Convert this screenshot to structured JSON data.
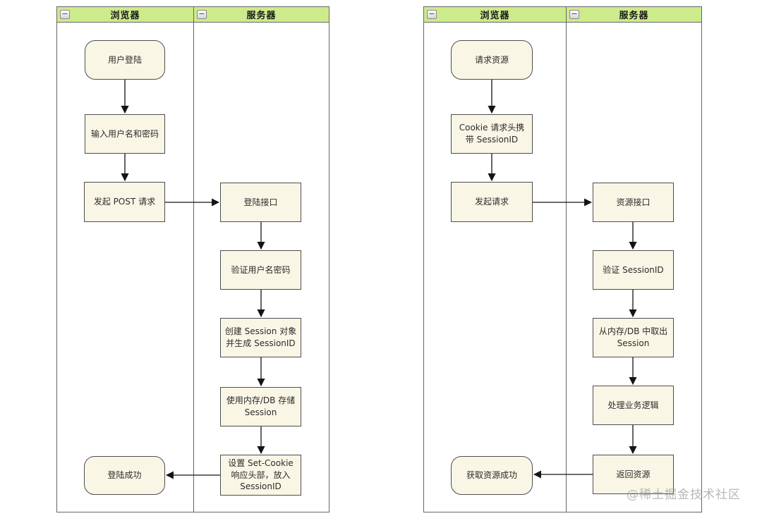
{
  "ui": {
    "collapse_glyph": "−"
  },
  "colors": {
    "lane_header_fill": "#cdeb8b",
    "node_fill": "#faf6e6",
    "node_border": "#4d4d4d",
    "pool_border": "#666666",
    "arrow": "#141414"
  },
  "watermark": "@稀土掘金技术社区",
  "diagrams": [
    {
      "name": "session-login-flow",
      "lanes": [
        {
          "title": "浏览器"
        },
        {
          "title": "服务器"
        }
      ],
      "nodes": [
        {
          "label": "用户登陆",
          "shape": "rounded",
          "lane": "浏览器"
        },
        {
          "label": "输入用户名和密码",
          "shape": "rect",
          "lane": "浏览器"
        },
        {
          "label": "发起 POST 请求",
          "shape": "rect",
          "lane": "浏览器"
        },
        {
          "label": "登陆接口",
          "shape": "rect",
          "lane": "服务器"
        },
        {
          "label": "验证用户名密码",
          "shape": "rect",
          "lane": "服务器"
        },
        {
          "label": "创建 Session 对象并生成 SessionID",
          "shape": "rect",
          "lane": "服务器"
        },
        {
          "label": "使用内存/DB 存储 Session",
          "shape": "rect",
          "lane": "服务器"
        },
        {
          "label": "设置 Set-Cookie 响应头部，放入 SessionID",
          "shape": "rect",
          "lane": "服务器"
        },
        {
          "label": "登陆成功",
          "shape": "rounded",
          "lane": "浏览器"
        }
      ],
      "edges": [
        {
          "from": "用户登陆",
          "to": "输入用户名和密码"
        },
        {
          "from": "输入用户名和密码",
          "to": "发起 POST 请求"
        },
        {
          "from": "发起 POST 请求",
          "to": "登陆接口"
        },
        {
          "from": "登陆接口",
          "to": "验证用户名密码"
        },
        {
          "from": "验证用户名密码",
          "to": "创建 Session 对象并生成 SessionID"
        },
        {
          "from": "创建 Session 对象并生成 SessionID",
          "to": "使用内存/DB 存储 Session"
        },
        {
          "from": "使用内存/DB 存储 Session",
          "to": "设置 Set-Cookie 响应头部，放入 SessionID"
        },
        {
          "from": "设置 Set-Cookie 响应头部，放入 SessionID",
          "to": "登陆成功"
        }
      ]
    },
    {
      "name": "session-request-flow",
      "lanes": [
        {
          "title": "浏览器"
        },
        {
          "title": "服务器"
        }
      ],
      "nodes": [
        {
          "label": "请求资源",
          "shape": "rounded",
          "lane": "浏览器"
        },
        {
          "label": "Cookie 请求头携带 SessionID",
          "shape": "rect",
          "lane": "浏览器"
        },
        {
          "label": "发起请求",
          "shape": "rect",
          "lane": "浏览器"
        },
        {
          "label": "资源接口",
          "shape": "rect",
          "lane": "服务器"
        },
        {
          "label": "验证 SessionID",
          "shape": "rect",
          "lane": "服务器"
        },
        {
          "label": "从内存/DB 中取出 Session",
          "shape": "rect",
          "lane": "服务器"
        },
        {
          "label": "处理业务逻辑",
          "shape": "rect",
          "lane": "服务器"
        },
        {
          "label": "返回资源",
          "shape": "rect",
          "lane": "服务器"
        },
        {
          "label": "获取资源成功",
          "shape": "rounded",
          "lane": "浏览器"
        }
      ],
      "edges": [
        {
          "from": "请求资源",
          "to": "Cookie 请求头携带 SessionID"
        },
        {
          "from": "Cookie 请求头携带 SessionID",
          "to": "发起请求"
        },
        {
          "from": "发起请求",
          "to": "资源接口"
        },
        {
          "from": "资源接口",
          "to": "验证 SessionID"
        },
        {
          "from": "验证 SessionID",
          "to": "从内存/DB 中取出 Session"
        },
        {
          "from": "从内存/DB 中取出 Session",
          "to": "处理业务逻辑"
        },
        {
          "from": "处理业务逻辑",
          "to": "返回资源"
        },
        {
          "from": "返回资源",
          "to": "获取资源成功"
        }
      ]
    }
  ]
}
